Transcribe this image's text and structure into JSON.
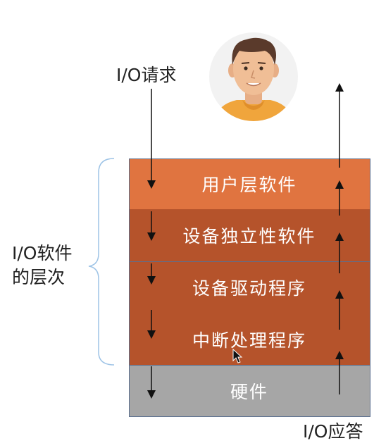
{
  "labels": {
    "io_request": "I/O请求",
    "io_response": "I/O应答",
    "software_levels_line1": "I/O软件",
    "software_levels_line2": "的层次"
  },
  "layers": [
    {
      "label": "用户层软件",
      "color": "#E07440"
    },
    {
      "label": "设备独立性软件",
      "color": "#B5532B"
    },
    {
      "label": "设备驱动程序",
      "color": "#B5532B"
    },
    {
      "label": "中断处理程序",
      "color": "#B5532B"
    },
    {
      "label": "硬件",
      "color": "#A6A6A6"
    }
  ],
  "colors": {
    "brace": "#9DC3E6",
    "border": "#5B6F8F",
    "arrow": "#111111"
  },
  "icons": {
    "avatar": "user-face-icon",
    "cursor": "mouse-pointer-icon"
  }
}
